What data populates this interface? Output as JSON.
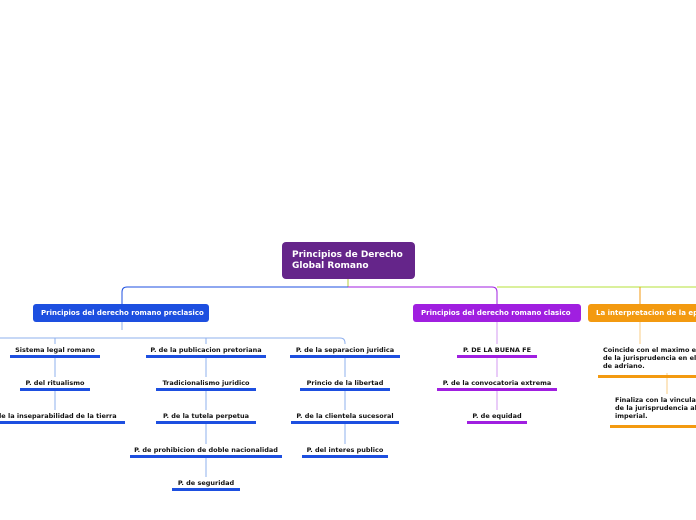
{
  "root": {
    "title": "Principios de Derecho Global Romano"
  },
  "branches": [
    {
      "label": "Principios del derecho romano preclasico",
      "color": "#1d4fe0"
    },
    {
      "label": "Principios del derecho romano clasico",
      "color": "#a01fe0"
    },
    {
      "label": "La interpretacion de la epoca",
      "color": "#f39a10"
    }
  ],
  "preclasico": {
    "col1": [
      "Sistema legal romano",
      "P. del ritualismo",
      "P. de la inseparabilidad de la tierra"
    ],
    "col2": [
      "P. de la publicacion pretoriana",
      "Tradicionalismo juridico",
      "P. de la tutela perpetua",
      "P. de prohibicion de doble nacionalidad",
      "P. de seguridad"
    ],
    "col3": [
      "P. de la separacion juridica",
      "Princio de la libertad",
      "P. de la clientela sucesoral",
      "P. del interes publico"
    ]
  },
  "clasico": [
    "P. DE LA BUENA FE",
    "P. de la convocatoria extrema",
    "P. de equidad"
  ],
  "interpretacion": [
    {
      "lines": [
        "Coincide con el maximo esplendor",
        "de la jurisprudencia en el principado",
        "de adriano."
      ]
    },
    {
      "lines": [
        "Finaliza con la vinculacion",
        "de la jurisprudencia al aparato",
        "imperial."
      ]
    }
  ]
}
